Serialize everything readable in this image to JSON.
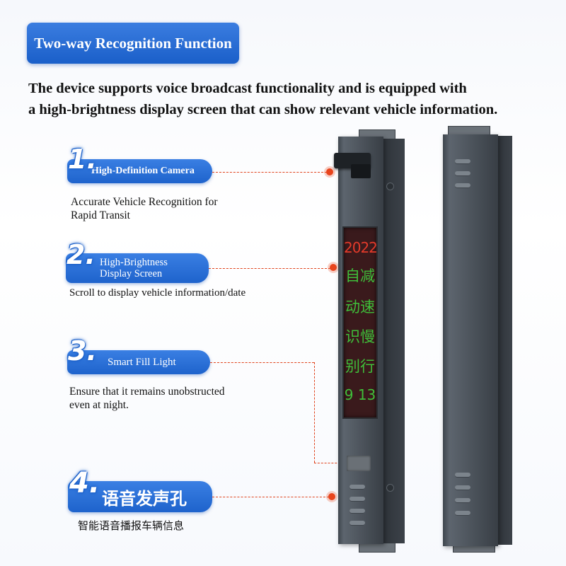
{
  "title": "Two-way Recognition Function",
  "intro": {
    "line1": "The device supports voice broadcast functionality and is equipped with",
    "line2": "a high-brightness display screen that can show relevant vehicle information."
  },
  "features": [
    {
      "number": "1.",
      "label": "High-Definition Camera",
      "description_line1": "Accurate Vehicle Recognition for",
      "description_line2": "Rapid Transit"
    },
    {
      "number": "2.",
      "label_line1": "High-Brightness",
      "label_line2": "Display Screen",
      "description": "Scroll to display vehicle information/date"
    },
    {
      "number": "3.",
      "label": "Smart Fill Light",
      "description_line1": "Ensure that it remains unobstructed",
      "description_line2": "even at night."
    },
    {
      "number": "4.",
      "label": "语音发声孔",
      "description": "智能语音播报车辆信息"
    }
  ],
  "led_display": {
    "year": "2022",
    "rows": [
      "自减",
      "动速",
      "识慢",
      "别行"
    ],
    "bottom": "9 13"
  },
  "colors": {
    "accent": "#1e63cc",
    "leader": "#e0431c",
    "housing": "#4b525a",
    "led_red": "#e23a2a",
    "led_green": "#3fbf3a"
  }
}
